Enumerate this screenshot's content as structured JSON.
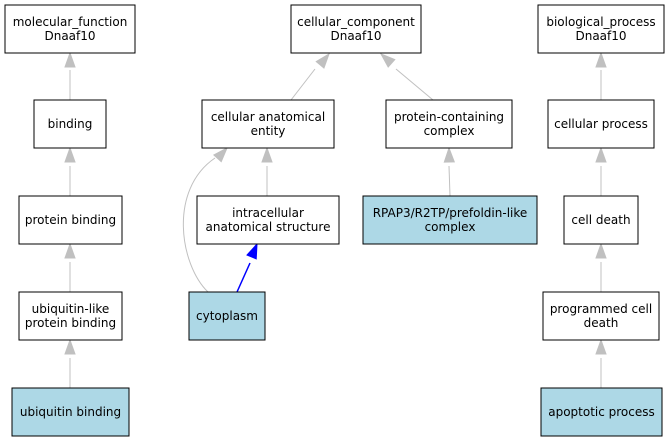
{
  "colors": {
    "node_fill_default": "#ffffff",
    "node_fill_highlight": "#add8e6",
    "edge_default": "#c0c0c0",
    "edge_highlight": "#0000ff"
  },
  "nodes": {
    "mf_root": {
      "lines": [
        "molecular_function",
        "Dnaaf10"
      ],
      "highlight": false
    },
    "binding": {
      "lines": [
        "binding"
      ],
      "highlight": false
    },
    "protein_binding": {
      "lines": [
        "protein binding"
      ],
      "highlight": false
    },
    "ubl_binding": {
      "lines": [
        "ubiquitin-like",
        "protein binding"
      ],
      "highlight": false
    },
    "ubiquitin_binding": {
      "lines": [
        "ubiquitin binding"
      ],
      "highlight": true
    },
    "cc_root": {
      "lines": [
        "cellular_component",
        "Dnaaf10"
      ],
      "highlight": false
    },
    "cae": {
      "lines": [
        "cellular anatomical",
        "entity"
      ],
      "highlight": false
    },
    "ias": {
      "lines": [
        "intracellular",
        "anatomical structure"
      ],
      "highlight": false
    },
    "cytoplasm": {
      "lines": [
        "cytoplasm"
      ],
      "highlight": true
    },
    "pcc": {
      "lines": [
        "protein-containing",
        "complex"
      ],
      "highlight": false
    },
    "rpap3": {
      "lines": [
        "RPAP3/R2TP/prefoldin-like",
        "complex"
      ],
      "highlight": true
    },
    "bp_root": {
      "lines": [
        "biological_process",
        "Dnaaf10"
      ],
      "highlight": false
    },
    "cellular_process": {
      "lines": [
        "cellular process"
      ],
      "highlight": false
    },
    "cell_death": {
      "lines": [
        "cell death"
      ],
      "highlight": false
    },
    "pcd": {
      "lines": [
        "programmed cell",
        "death"
      ],
      "highlight": false
    },
    "apoptotic": {
      "lines": [
        "apoptotic process"
      ],
      "highlight": true
    }
  },
  "edges": [
    {
      "from": "binding",
      "to": "mf_root",
      "highlight": false
    },
    {
      "from": "protein_binding",
      "to": "binding",
      "highlight": false
    },
    {
      "from": "ubl_binding",
      "to": "protein_binding",
      "highlight": false
    },
    {
      "from": "ubiquitin_binding",
      "to": "ubl_binding",
      "highlight": false
    },
    {
      "from": "cae",
      "to": "cc_root",
      "highlight": false
    },
    {
      "from": "pcc",
      "to": "cc_root",
      "highlight": false
    },
    {
      "from": "ias",
      "to": "cae",
      "highlight": false
    },
    {
      "from": "cytoplasm",
      "to": "cae",
      "highlight": false
    },
    {
      "from": "cytoplasm",
      "to": "ias",
      "highlight": true
    },
    {
      "from": "rpap3",
      "to": "pcc",
      "highlight": false
    },
    {
      "from": "cellular_process",
      "to": "bp_root",
      "highlight": false
    },
    {
      "from": "cell_death",
      "to": "cellular_process",
      "highlight": false
    },
    {
      "from": "pcd",
      "to": "cell_death",
      "highlight": false
    },
    {
      "from": "apoptotic",
      "to": "pcd",
      "highlight": false
    }
  ]
}
